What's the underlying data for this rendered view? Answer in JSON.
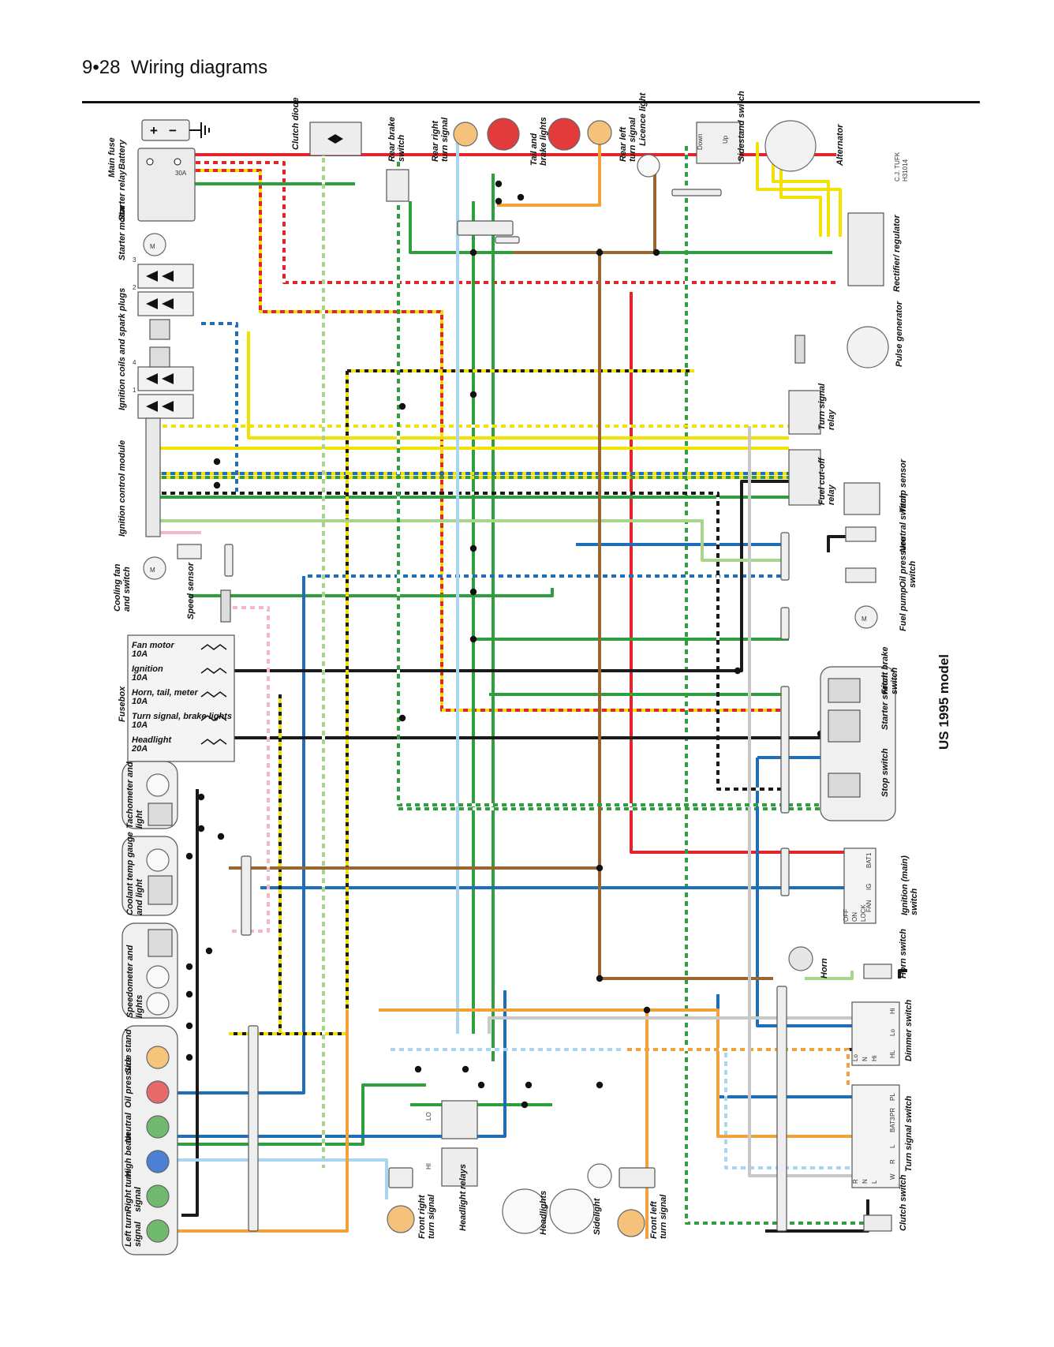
{
  "page": {
    "number": "9•28",
    "title": "Wiring diagrams",
    "model": "US 1995  model",
    "credit_line1": "C.J. TUFK",
    "credit_line2": "H31014"
  },
  "colors": {
    "red": "#e3242b",
    "black": "#1a1a1a",
    "yellow": "#f3e100",
    "green": "#2f9e3f",
    "blue": "#1f6fb8",
    "light_blue": "#a9d6ee",
    "light_green": "#a8d58c",
    "orange": "#f2a23a",
    "brown": "#9a6630",
    "white": "#ffffff",
    "grey": "#c8c8c8",
    "pink": "#f2b8c6"
  },
  "components": {
    "battery": "Battery",
    "main_fuse": "Main fuse",
    "main_fuse_rating": "30A",
    "starter_relay": "Starter relay",
    "starter_motor": "Starter motor",
    "ignition_coils": "Ignition coils and spark plugs",
    "ignition_control_module": "Ignition control module",
    "cooling_fan": "Cooling fan and switch",
    "speed_sensor": "Speed sensor",
    "fusebox": "Fusebox",
    "tachometer": "Tachometer and light",
    "coolant_temp_gauge": "Coolant temp gauge and light",
    "speedometer": "Speedometer and lights",
    "clutch_diode": "Clutch diode",
    "rear_brake_switch": "Rear brake switch",
    "rear_right_turn_signal": "Rear right turn signal",
    "tail_brake_lights": "Tail and brake lights",
    "rear_left_turn_signal": "Rear left turn signal",
    "licence_light": "Licence light",
    "sidestand_switch": "Sidestand switch",
    "sidestand_down": "Down",
    "sidestand_up": "Up",
    "alternator": "Alternator",
    "rectifier_regulator": "Rectifier/ regulator",
    "pulse_generator": "Pulse generator",
    "turn_signal_relay": "Turn signal relay",
    "fuel_cutoff_relay": "Fuel cut-off relay",
    "temp_sensor": "Temp sensor",
    "neutral_switch": "Neutral switch",
    "oil_pressure_switch": "Oil pressure switch",
    "fuel_pump": "Fuel pump",
    "front_brake_switch": "Front brake switch",
    "starter_switch": "Starter switch",
    "stop_switch": "Stop switch",
    "ignition_main_switch": "Ignition (main) switch",
    "horn": "Horn",
    "horn_switch": "Horn switch",
    "dimmer_switch": "Dimmer switch",
    "turn_signal_switch": "Turn signal switch",
    "clutch_switch": "Clutch switch",
    "front_right_turn_signal": "Front right turn signal",
    "headlight_relays": "Headlight relays",
    "headlights": "Headlights",
    "sidelight": "Sidelight",
    "front_left_turn_signal": "Front left turn signal",
    "relay_lo": "LO",
    "relay_hi": "HI"
  },
  "fuses": [
    {
      "label": "Fan motor 10A"
    },
    {
      "label": "Ignition 10A"
    },
    {
      "label": "Horn, tail, meter 10A"
    },
    {
      "label": "Turn signal, brake lights 10A"
    },
    {
      "label": "Headlight 20A"
    }
  ],
  "warning_lights": [
    "Side stand",
    "Oil pressure",
    "Neutral",
    "High beam",
    "Right turn signal",
    "Left turn signal"
  ],
  "coil_numbers": [
    "3",
    "2",
    "4",
    "1"
  ],
  "ignition_switch_terminals": [
    "BAT1",
    "IG",
    "FAN"
  ],
  "ignition_switch_positions": [
    "OFF",
    "ON",
    "LOCK"
  ],
  "dimmer_terminals": [
    "Hi",
    "Lo",
    "HL"
  ],
  "dimmer_positions": [
    "Lo",
    "N",
    "Hi"
  ],
  "turn_switch_terminals": [
    "PL",
    "PR",
    "BAT3",
    "L",
    "R",
    "W"
  ],
  "turn_switch_positions": [
    "R",
    "N",
    "L"
  ]
}
